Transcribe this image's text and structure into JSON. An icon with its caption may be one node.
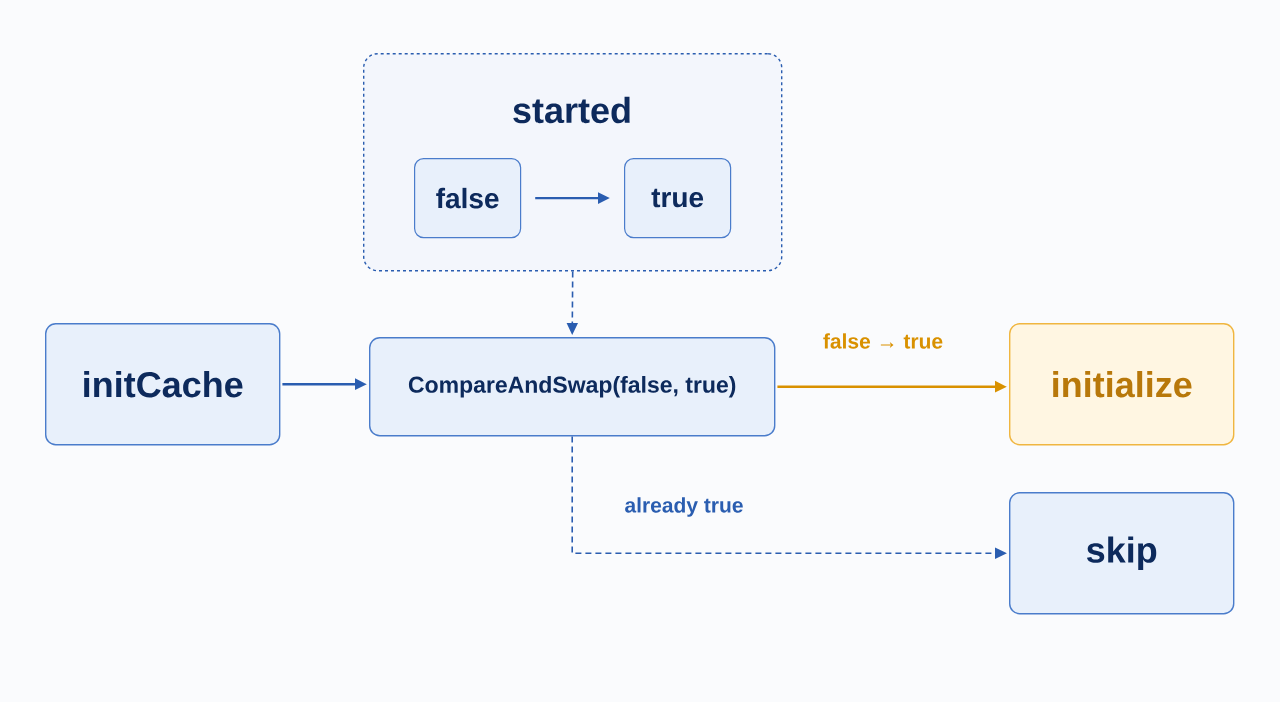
{
  "diagram": {
    "nodes": [
      {
        "text": [
          "started"
        ]
      },
      {
        "text": [
          "false"
        ],
        "in": 0
      },
      {
        "text": [
          "true"
        ],
        "in": 0
      },
      {
        "text": [
          "initCache"
        ]
      },
      {
        "text": [
          "CompareAndSwap(false, true)"
        ]
      },
      {
        "text": [
          "initialize"
        ]
      },
      {
        "text": [
          "skip"
        ]
      }
    ],
    "edges": [
      {
        "from": 1,
        "to": 2,
        "arrow": "to"
      },
      {
        "from": 0,
        "to": 4,
        "arrow": "to",
        "style": "dashed"
      },
      {
        "from": 3,
        "to": 4,
        "arrow": "to"
      },
      {
        "from": 4,
        "to": 5,
        "arrow": "to",
        "label": "false → true",
        "color": "#d99100"
      },
      {
        "from": 4,
        "to": 6,
        "arrow": "to",
        "label": "already true",
        "style": "dashed"
      }
    ]
  }
}
